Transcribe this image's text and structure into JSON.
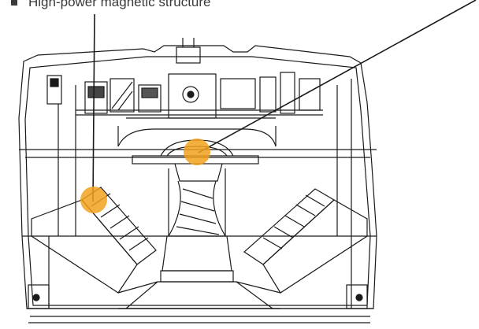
{
  "caption": {
    "text": "High-power magnetic structure",
    "bullet_color": "#3a3a3a"
  },
  "colors": {
    "line": "#1a1a1a",
    "highlight": "#f2a21c"
  },
  "callouts": [
    {
      "name": "callout-left-magnet"
    },
    {
      "name": "callout-center-driver"
    }
  ]
}
